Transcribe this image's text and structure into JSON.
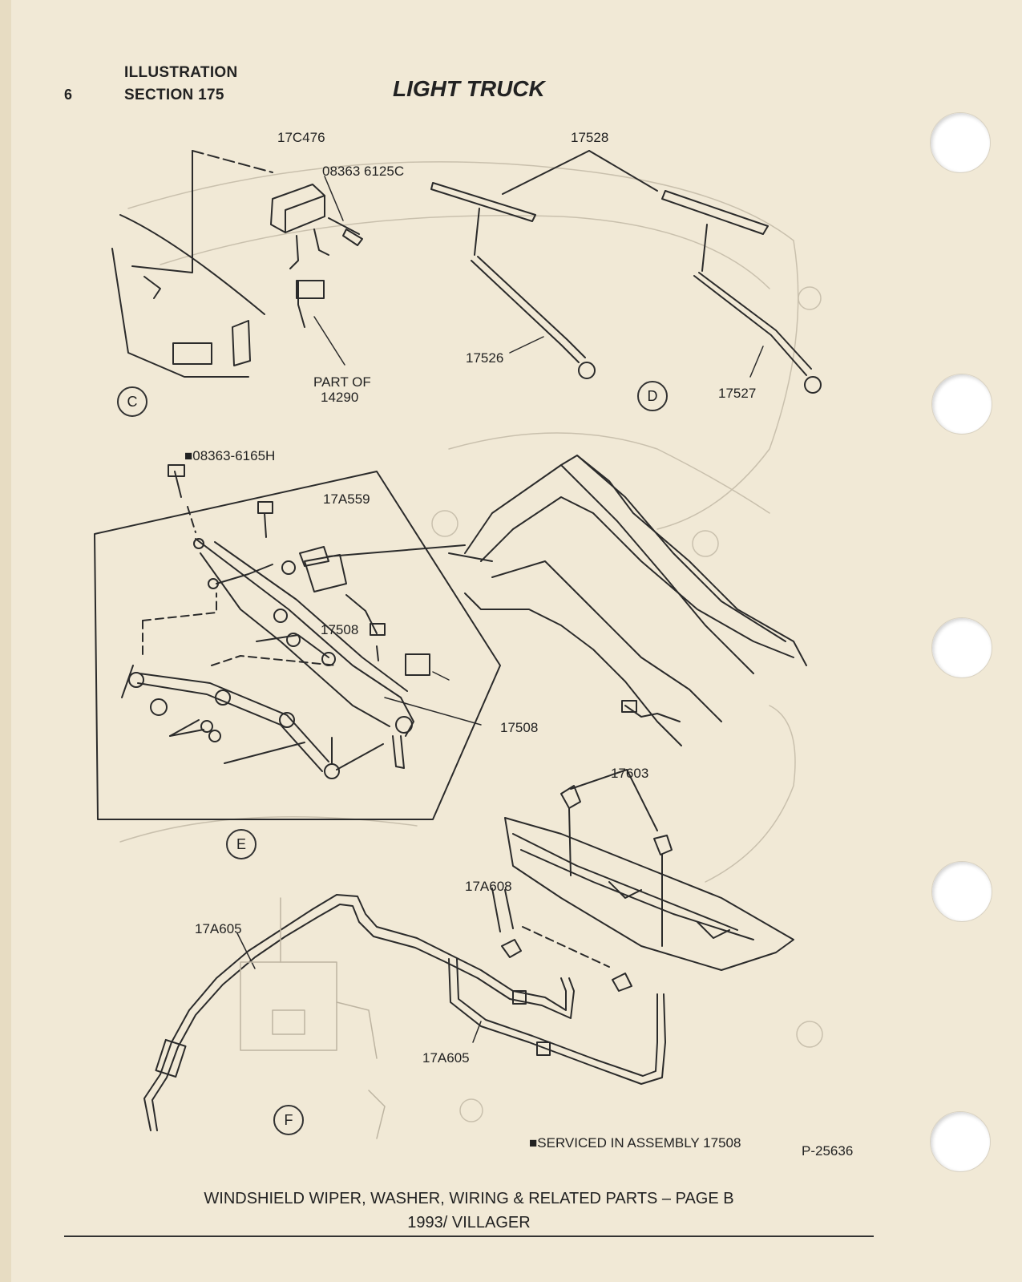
{
  "header": {
    "page_number": "6",
    "label_line1": "ILLUSTRATION",
    "label_line2": "SECTION 175",
    "title": "LIGHT TRUCK"
  },
  "callouts": {
    "c1": "17C476",
    "c2": "08363 6125C",
    "c3": "PART OF",
    "c3b": "14290",
    "c4": "17528",
    "c5": "17526",
    "c6": "17527",
    "c7": "■08363-6165H",
    "c8": "17A559",
    "c9": "17508",
    "c10": "17508",
    "c11": "17603",
    "c12": "17A608",
    "c13": "17A605",
    "c14": "17A605"
  },
  "views": {
    "c": "C",
    "d": "D",
    "e": "E",
    "f": "F"
  },
  "legend": "■SERVICED IN ASSEMBLY 17508",
  "figure_id": "P-25636",
  "footer": {
    "line1": "WINDSHIELD WIPER, WASHER, WIRING & RELATED PARTS – PAGE B",
    "line2": "1993/ VILLAGER"
  }
}
